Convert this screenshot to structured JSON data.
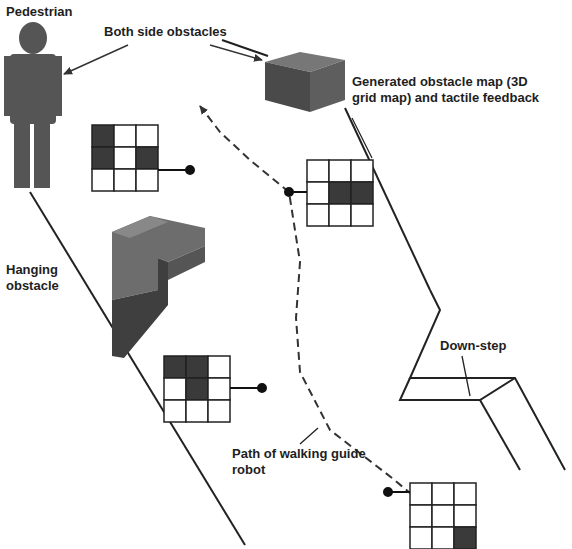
{
  "diagram": {
    "labels": [
      "Pedestrian",
      "Both side obstacles",
      "Generated obstacle map (3D grid map) and tactile feedback",
      "Hanging obstacle",
      "Down-step",
      "Path of walking guide robot"
    ]
  }
}
